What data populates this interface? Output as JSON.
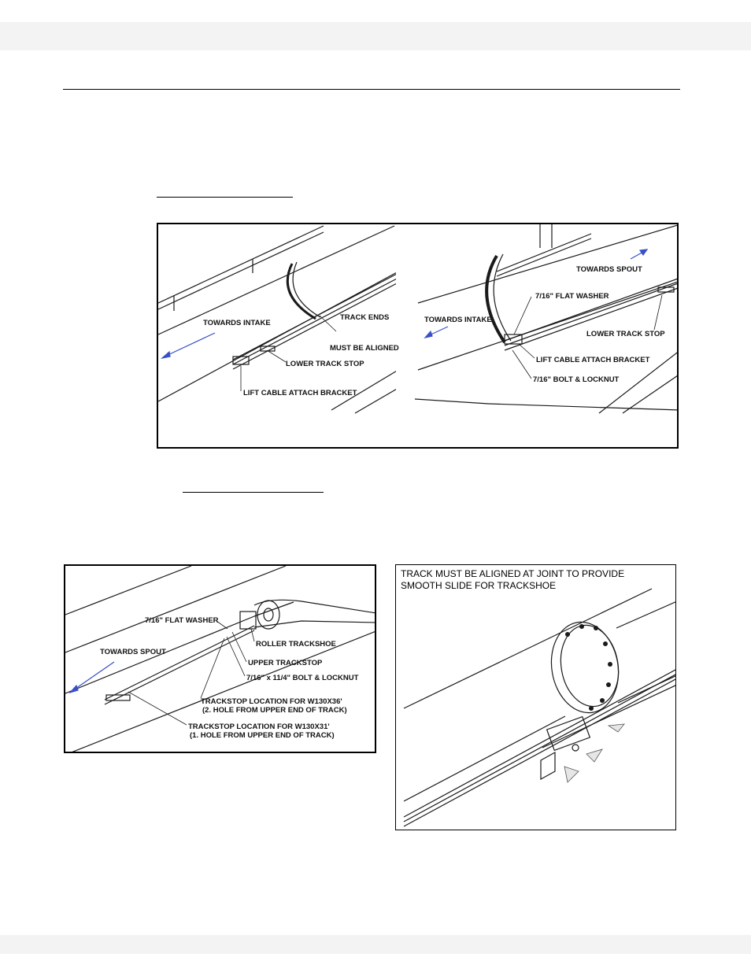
{
  "figures": {
    "fig1_left": {
      "towards_intake": "TOWARDS INTAKE",
      "track_ends_1": "TRACK ENDS",
      "track_ends_2": "MUST BE ALIGNED",
      "lower_track_stop": "LOWER TRACK STOP",
      "lift_cable_bracket": "LIFT CABLE ATTACH BRACKET"
    },
    "fig1_right": {
      "towards_spout": "TOWARDS SPOUT",
      "flat_washer": "7/16\" FLAT WASHER",
      "towards_intake": "TOWARDS INTAKE",
      "lower_track_stop": "LOWER TRACK STOP",
      "lift_cable_bracket": "LIFT CABLE ATTACH BRACKET",
      "bolt_locknut": "7/16\" BOLT & LOCKNUT"
    },
    "fig2_left": {
      "flat_washer": "7/16\" FLAT WASHER",
      "roller_trackshoe": "ROLLER TRACKSHOE",
      "towards_spout": "TOWARDS SPOUT",
      "upper_trackstop": "UPPER TRACKSTOP",
      "bolt_locknut": "7/16\" x 11/4\" BOLT & LOCKNUT",
      "trackstop_36_a": "TRACKSTOP LOCATION FOR W130X36'",
      "trackstop_36_b": "(2. HOLE FROM UPPER END OF TRACK)",
      "trackstop_31_a": "TRACKSTOP LOCATION FOR W130X31'",
      "trackstop_31_b": "(1. HOLE FROM UPPER END OF TRACK)"
    },
    "fig2_right": {
      "caption_1": "TRACK MUST BE ALIGNED AT JOINT TO PROVIDE",
      "caption_2": "SMOOTH SLIDE FOR TRACKSHOE"
    }
  },
  "colors": {
    "arrow_blue": "#3a4fc8",
    "line": "#1a1a1a",
    "band": "#f3f3f3"
  }
}
